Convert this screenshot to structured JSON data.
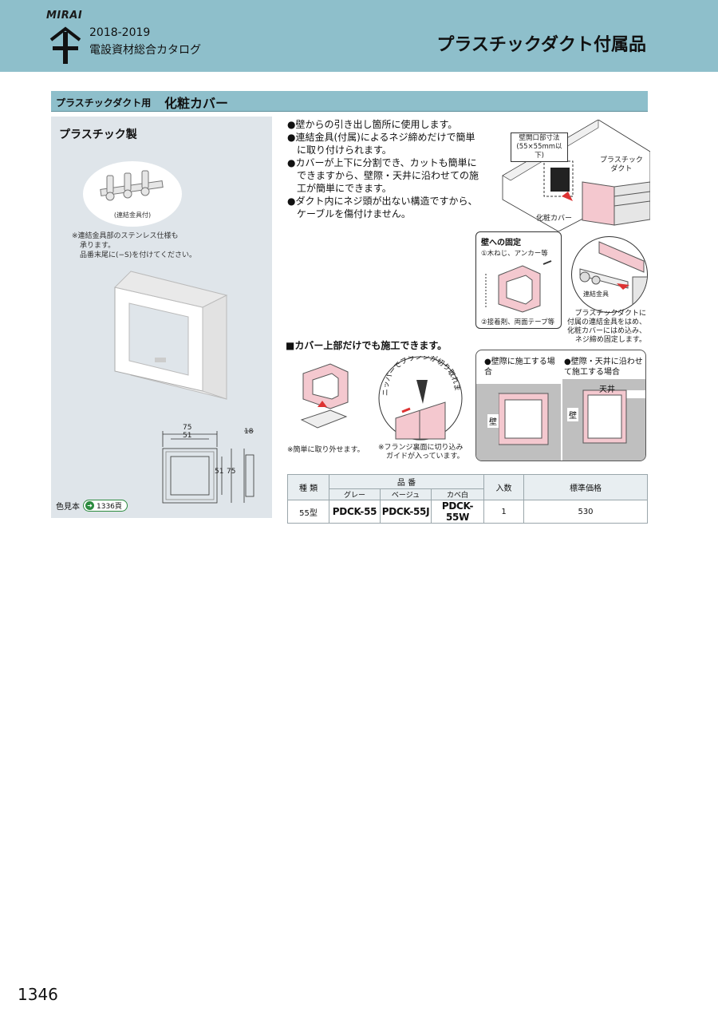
{
  "header": {
    "brand": "MIRAI",
    "year": "2018-2019",
    "catalog": "電設資材総合カタログ",
    "title": "プラスチックダクト付属品"
  },
  "section": {
    "subtitle": "プラスチックダクト用",
    "title": "化粧カバー"
  },
  "left": {
    "material": "プラスチック製",
    "accessory_caption": "(連結金具付)",
    "note_lines": [
      "※連結金具部のステンレス仕様も",
      "承ります。",
      "品番末尾に(−S)を付けてください。"
    ],
    "dimensions": {
      "width_outer": "75",
      "width_inner": "51",
      "depth": "18",
      "height_inner": "51",
      "height_outer": "75"
    },
    "color_ref_label": "色見本",
    "color_ref_page": "1336頁"
  },
  "features": [
    "●壁からの引き出し箇所に使用します。",
    "●連結金具(付属)によるネジ締めだけで簡単に取り付けられます。",
    "●カバーが上下に分割でき、カットも簡単にできますから、壁際・天井に沿わせての施工が簡単にできます。",
    "●ダクト内にネジ頭が出ない構造ですから、ケーブルを傷付けません。"
  ],
  "diagram": {
    "wall_opening": "壁開口部寸法",
    "wall_opening_size": "(55×55mm以下)",
    "duct_label_1": "プラスチック",
    "duct_label_2": "ダクト",
    "cover_label": "化粧カバー",
    "wall_fix_title": "壁への固定",
    "wall_fix_1": "①木ねじ、アンカー等",
    "wall_fix_2": "②接着剤、両面テープ等",
    "joint_label": "連結金具",
    "joint_note": [
      "プラスチックダクトに",
      "付属の連結金具をはめ、",
      "化粧カバーにはめ込み、",
      "ネジ締め固定します。"
    ],
    "top_only": "■カバー上部だけでも施工できます。",
    "detach_note": "※簡単に取り外せます。",
    "nipper_text": "ニッパーでフランジが切り取れます",
    "nipper_note": [
      "※フランジ裏面に切り込み",
      "ガイドが入っています。"
    ],
    "case1": "●壁際に施工する場合",
    "case2": "●壁際・天井に沿わせて施工する場合",
    "wall": "壁",
    "ceiling": "天井"
  },
  "table": {
    "headers": {
      "type": "種 類",
      "part_no": "品 番",
      "qty": "入数",
      "price": "標準価格",
      "color_gray": "グレー",
      "color_beige": "ベージュ",
      "color_white": "カベ白"
    },
    "rows": [
      {
        "type": "55型",
        "gray": "PDCK-55",
        "beige": "PDCK-55J",
        "white": "PDCK-55W",
        "qty": "1",
        "price": "530"
      }
    ]
  },
  "page_number": "1346"
}
